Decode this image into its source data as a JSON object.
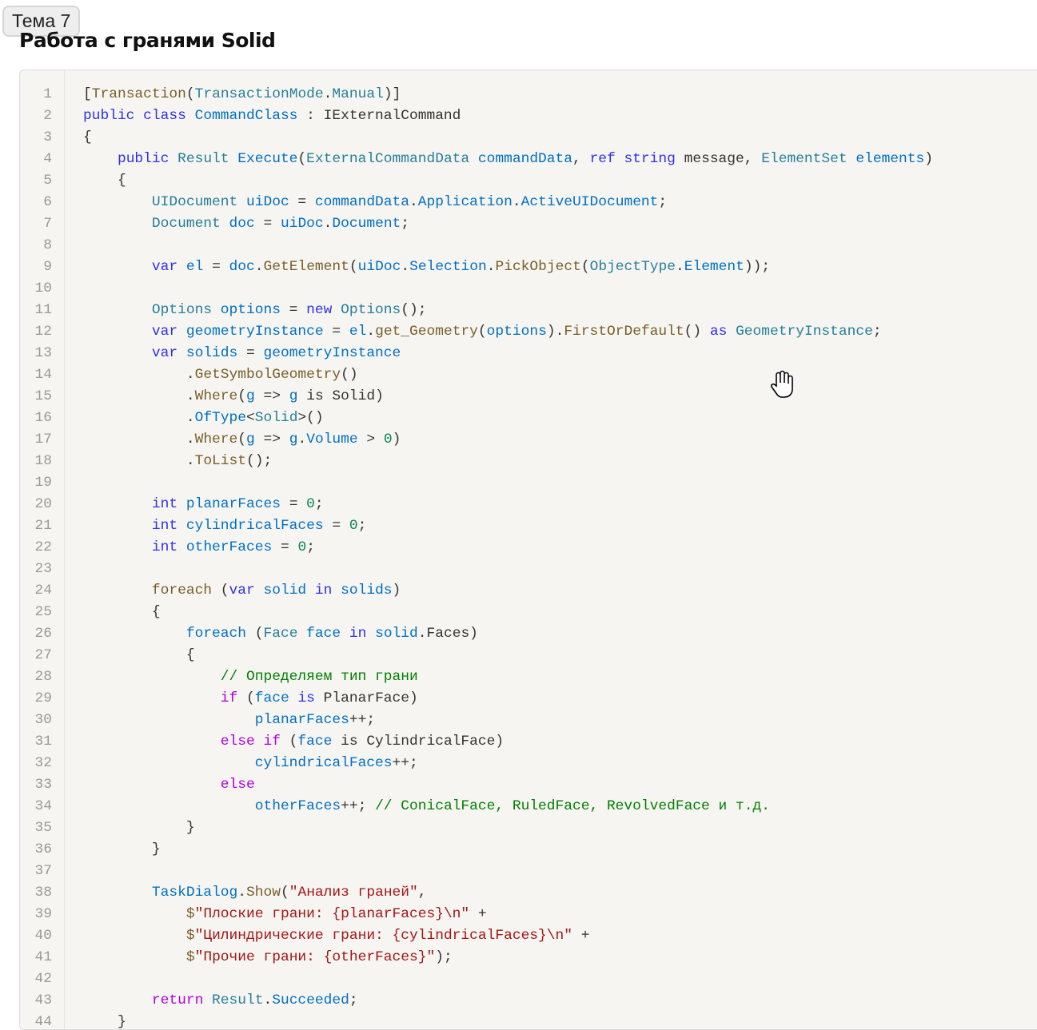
{
  "tag": "Тема 7",
  "title": "Работа с гранями Solid",
  "code": [
    [
      [
        "[",
        ""
      ],
      [
        "Transaction",
        "f"
      ],
      [
        "(",
        ""
      ],
      [
        "TransactionMode",
        "t"
      ],
      [
        ".",
        ""
      ],
      [
        "Manual",
        "t"
      ],
      [
        ")]",
        ""
      ]
    ],
    [
      [
        "public class ",
        "k"
      ],
      [
        "CommandClass",
        "v"
      ],
      [
        " : IExternalCommand",
        ""
      ]
    ],
    [
      [
        "{",
        ""
      ]
    ],
    [
      [
        "    ",
        ""
      ],
      [
        "public ",
        "k"
      ],
      [
        "Result ",
        "t"
      ],
      [
        "Execute",
        "v"
      ],
      [
        "(",
        ""
      ],
      [
        "ExternalCommandData ",
        "t"
      ],
      [
        "commandData",
        "v"
      ],
      [
        ", ",
        ""
      ],
      [
        "ref string ",
        "k"
      ],
      [
        "message, ",
        ""
      ],
      [
        "ElementSet ",
        "t"
      ],
      [
        "elements",
        "v"
      ],
      [
        ")",
        ""
      ]
    ],
    [
      [
        "    {",
        ""
      ]
    ],
    [
      [
        "        ",
        ""
      ],
      [
        "UIDocument ",
        "t"
      ],
      [
        "uiDoc",
        "v"
      ],
      [
        " = ",
        ""
      ],
      [
        "commandData",
        "v"
      ],
      [
        ".",
        ""
      ],
      [
        "Application",
        "v"
      ],
      [
        ".",
        ""
      ],
      [
        "ActiveUIDocument",
        "v"
      ],
      [
        ";",
        ""
      ]
    ],
    [
      [
        "        ",
        ""
      ],
      [
        "Document ",
        "t"
      ],
      [
        "doc",
        "v"
      ],
      [
        " = ",
        ""
      ],
      [
        "uiDoc",
        "v"
      ],
      [
        ".",
        ""
      ],
      [
        "Document",
        "v"
      ],
      [
        ";",
        ""
      ]
    ],
    [],
    [
      [
        "        ",
        ""
      ],
      [
        "var ",
        "k"
      ],
      [
        "el",
        "v"
      ],
      [
        " = ",
        ""
      ],
      [
        "doc",
        "v"
      ],
      [
        ".",
        ""
      ],
      [
        "GetElement",
        "f"
      ],
      [
        "(",
        ""
      ],
      [
        "uiDoc",
        "v"
      ],
      [
        ".",
        ""
      ],
      [
        "Selection",
        "v"
      ],
      [
        ".",
        ""
      ],
      [
        "PickObject",
        "f"
      ],
      [
        "(",
        ""
      ],
      [
        "ObjectType",
        "t"
      ],
      [
        ".",
        ""
      ],
      [
        "Element",
        "v"
      ],
      [
        "));",
        ""
      ]
    ],
    [],
    [
      [
        "        ",
        ""
      ],
      [
        "Options ",
        "t"
      ],
      [
        "options",
        "v"
      ],
      [
        " = ",
        ""
      ],
      [
        "new ",
        "k"
      ],
      [
        "Options",
        "t"
      ],
      [
        "();",
        ""
      ]
    ],
    [
      [
        "        ",
        ""
      ],
      [
        "var ",
        "k"
      ],
      [
        "geometryInstance",
        "v"
      ],
      [
        " = ",
        ""
      ],
      [
        "el",
        "v"
      ],
      [
        ".",
        ""
      ],
      [
        "get_Geometry",
        "f"
      ],
      [
        "(",
        ""
      ],
      [
        "options",
        "v"
      ],
      [
        ").",
        ""
      ],
      [
        "FirstOrDefault",
        "f"
      ],
      [
        "() ",
        ""
      ],
      [
        "as ",
        "k"
      ],
      [
        "GeometryInstance",
        "t"
      ],
      [
        ";",
        ""
      ]
    ],
    [
      [
        "        ",
        ""
      ],
      [
        "var ",
        "k"
      ],
      [
        "solids",
        "v"
      ],
      [
        " = ",
        ""
      ],
      [
        "geometryInstance",
        "v"
      ]
    ],
    [
      [
        "            .",
        ""
      ],
      [
        "GetSymbolGeometry",
        "f"
      ],
      [
        "()",
        ""
      ]
    ],
    [
      [
        "            .",
        ""
      ],
      [
        "Where",
        "f"
      ],
      [
        "(",
        ""
      ],
      [
        "g",
        "v"
      ],
      [
        " => ",
        ""
      ],
      [
        "g",
        "v"
      ],
      [
        " is Solid)",
        ""
      ]
    ],
    [
      [
        "            .",
        ""
      ],
      [
        "OfType",
        "v"
      ],
      [
        "<",
        ""
      ],
      [
        "Solid",
        "t"
      ],
      [
        ">()",
        ""
      ]
    ],
    [
      [
        "            .",
        ""
      ],
      [
        "Where",
        "f"
      ],
      [
        "(",
        ""
      ],
      [
        "g",
        "v"
      ],
      [
        " => ",
        ""
      ],
      [
        "g",
        "v"
      ],
      [
        ".",
        ""
      ],
      [
        "Volume",
        "v"
      ],
      [
        " > ",
        ""
      ],
      [
        "0",
        "n"
      ],
      [
        ")",
        ""
      ]
    ],
    [
      [
        "            .",
        ""
      ],
      [
        "ToList",
        "f"
      ],
      [
        "();",
        ""
      ]
    ],
    [],
    [
      [
        "        ",
        ""
      ],
      [
        "int ",
        "k"
      ],
      [
        "planarFaces",
        "v"
      ],
      [
        " = ",
        ""
      ],
      [
        "0",
        "n"
      ],
      [
        ";",
        ""
      ]
    ],
    [
      [
        "        ",
        ""
      ],
      [
        "int ",
        "k"
      ],
      [
        "cylindricalFaces",
        "v"
      ],
      [
        " = ",
        ""
      ],
      [
        "0",
        "n"
      ],
      [
        ";",
        ""
      ]
    ],
    [
      [
        "        ",
        ""
      ],
      [
        "int ",
        "k"
      ],
      [
        "otherFaces",
        "v"
      ],
      [
        " = ",
        ""
      ],
      [
        "0",
        "n"
      ],
      [
        ";",
        ""
      ]
    ],
    [],
    [
      [
        "        ",
        ""
      ],
      [
        "foreach",
        "f"
      ],
      [
        " (",
        ""
      ],
      [
        "var ",
        "k"
      ],
      [
        "solid ",
        "v"
      ],
      [
        "in ",
        "k"
      ],
      [
        "solids",
        "v"
      ],
      [
        ")",
        ""
      ]
    ],
    [
      [
        "        {",
        ""
      ]
    ],
    [
      [
        "            ",
        ""
      ],
      [
        "foreach",
        "v"
      ],
      [
        " (",
        ""
      ],
      [
        "Face ",
        "t"
      ],
      [
        "face ",
        "v"
      ],
      [
        "in ",
        "k"
      ],
      [
        "solid",
        "v"
      ],
      [
        ".Faces)",
        ""
      ]
    ],
    [
      [
        "            {",
        ""
      ]
    ],
    [
      [
        "                ",
        ""
      ],
      [
        "// Определяем тип грани",
        "c"
      ]
    ],
    [
      [
        "                ",
        ""
      ],
      [
        "if",
        "p"
      ],
      [
        " (",
        ""
      ],
      [
        "face ",
        "v"
      ],
      [
        "is ",
        "k"
      ],
      [
        "PlanarFace)",
        ""
      ]
    ],
    [
      [
        "                    ",
        ""
      ],
      [
        "planarFaces",
        "v"
      ],
      [
        "++;",
        ""
      ]
    ],
    [
      [
        "                ",
        ""
      ],
      [
        "else if",
        "p"
      ],
      [
        " (",
        ""
      ],
      [
        "face ",
        "v"
      ],
      [
        "is CylindricalFace)",
        ""
      ]
    ],
    [
      [
        "                    ",
        ""
      ],
      [
        "cylindricalFaces",
        "v"
      ],
      [
        "++;",
        ""
      ]
    ],
    [
      [
        "                ",
        ""
      ],
      [
        "else",
        "p"
      ]
    ],
    [
      [
        "                    ",
        ""
      ],
      [
        "otherFaces",
        "v"
      ],
      [
        "++; ",
        ""
      ],
      [
        "// ConicalFace, RuledFace, RevolvedFace и т.д.",
        "c"
      ]
    ],
    [
      [
        "            }",
        ""
      ]
    ],
    [
      [
        "        }",
        ""
      ]
    ],
    [],
    [
      [
        "        ",
        ""
      ],
      [
        "TaskDialog",
        "v"
      ],
      [
        ".",
        ""
      ],
      [
        "Show",
        "f"
      ],
      [
        "(",
        ""
      ],
      [
        "\"Анализ граней\"",
        "s"
      ],
      [
        ",",
        ""
      ]
    ],
    [
      [
        "            ",
        ""
      ],
      [
        "$",
        "f"
      ],
      [
        "\"Плоские грани: {planarFaces}\\n\"",
        "s"
      ],
      [
        " +",
        ""
      ]
    ],
    [
      [
        "            ",
        ""
      ],
      [
        "$",
        "f"
      ],
      [
        "\"Цилиндрические грани: {cylindricalFaces}\\n\"",
        "s"
      ],
      [
        " +",
        ""
      ]
    ],
    [
      [
        "            ",
        ""
      ],
      [
        "$",
        "f"
      ],
      [
        "\"Прочие грани: {otherFaces}\"",
        "s"
      ],
      [
        ");",
        ""
      ]
    ],
    [],
    [
      [
        "        ",
        ""
      ],
      [
        "return ",
        "p"
      ],
      [
        "Result",
        "t"
      ],
      [
        ".",
        ""
      ],
      [
        "Succeeded",
        "v"
      ],
      [
        ";",
        ""
      ]
    ],
    [
      [
        "    }",
        ""
      ]
    ]
  ]
}
